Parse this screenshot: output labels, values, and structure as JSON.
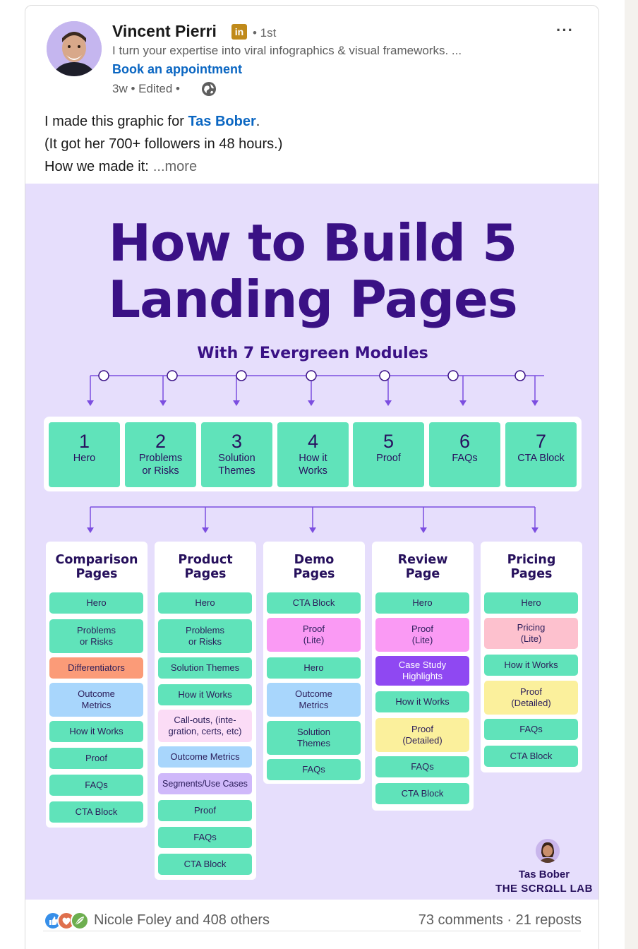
{
  "author": {
    "name": "Vincent Pierri",
    "badge": "in",
    "degree": "• 1st",
    "headline": "I turn your expertise into viral infographics & visual frameworks. ...",
    "cta_link": "Book an appointment",
    "timeline": "3w • Edited •",
    "icons": [
      "globe-icon",
      "more-options-icon",
      "linkedin-premium-icon"
    ]
  },
  "post": {
    "line1_prefix": "I made this graphic for",
    "mention": "Tas Bober",
    "line1_suffix": ".",
    "line2": "(It got her 700+ followers in 48 hours.)",
    "line3": "How we made it:",
    "see_more": "...more"
  },
  "infographic": {
    "title_line1": "How to Build 5",
    "title_line2": "Landing Pages",
    "subtitle": "With 7 Evergreen Modules",
    "modules": [
      {
        "num": "1",
        "label": "Hero"
      },
      {
        "num": "2",
        "label": "Problems or Risks"
      },
      {
        "num": "3",
        "label": "Solution Themes"
      },
      {
        "num": "4",
        "label": "How it Works"
      },
      {
        "num": "5",
        "label": "Proof"
      },
      {
        "num": "6",
        "label": "FAQs"
      },
      {
        "num": "7",
        "label": "CTA Block"
      }
    ],
    "pages": [
      {
        "title": "Comparison Pages",
        "blocks": [
          {
            "text": "Hero",
            "color": "green"
          },
          {
            "text": "Problems or Risks",
            "color": "green"
          },
          {
            "text": "Differentiators",
            "color": "orange"
          },
          {
            "text": "Outcome Metrics",
            "color": "blue"
          },
          {
            "text": "How it Works",
            "color": "green"
          },
          {
            "text": "Proof",
            "color": "green"
          },
          {
            "text": "FAQs",
            "color": "green"
          },
          {
            "text": "CTA Block",
            "color": "green"
          }
        ]
      },
      {
        "title": "Product Pages",
        "blocks": [
          {
            "text": "Hero",
            "color": "green"
          },
          {
            "text": "Problems or Risks",
            "color": "green"
          },
          {
            "text": "Solution Themes",
            "color": "green"
          },
          {
            "text": "How it Works",
            "color": "green"
          },
          {
            "text": "Call-outs, (inte- gration, certs, etc)",
            "color": "pink"
          },
          {
            "text": "Outcome Metrics",
            "color": "blue"
          },
          {
            "text": "Segments/Use Cases",
            "color": "lavender"
          },
          {
            "text": "Proof",
            "color": "green"
          },
          {
            "text": "FAQs",
            "color": "green"
          },
          {
            "text": "CTA Block",
            "color": "green"
          }
        ]
      },
      {
        "title": "Demo Pages",
        "blocks": [
          {
            "text": "CTA Block",
            "color": "green"
          },
          {
            "text": "Proof (Lite)",
            "color": "magenta"
          },
          {
            "text": "Hero",
            "color": "green"
          },
          {
            "text": "Outcome Metrics",
            "color": "blue"
          },
          {
            "text": "Solution Themes",
            "color": "green"
          },
          {
            "text": "FAQs",
            "color": "green"
          }
        ]
      },
      {
        "title": "Review Page",
        "blocks": [
          {
            "text": "Hero",
            "color": "green"
          },
          {
            "text": "Proof (Lite)",
            "color": "magenta"
          },
          {
            "text": "Case Study Highlights",
            "color": "purple"
          },
          {
            "text": "How it Works",
            "color": "green"
          },
          {
            "text": "Proof (Detailed)",
            "color": "yellow"
          },
          {
            "text": "FAQs",
            "color": "green"
          },
          {
            "text": "CTA Block",
            "color": "green"
          }
        ]
      },
      {
        "title": "Pricing Pages",
        "blocks": [
          {
            "text": "Hero",
            "color": "green"
          },
          {
            "text": "Pricing (Lite)",
            "color": "rose"
          },
          {
            "text": "How it Works",
            "color": "green"
          },
          {
            "text": "Proof (Detailed)",
            "color": "yellow"
          },
          {
            "text": "FAQs",
            "color": "green"
          },
          {
            "text": "CTA Block",
            "color": "green"
          }
        ]
      }
    ],
    "credit_name": "Tas Bober",
    "credit_lab": "THE SCRΩLL LAB"
  },
  "social": {
    "reactors": "Nicole Foley and 408 others",
    "comments": "73 comments",
    "reposts": "21 reposts",
    "separator": "·",
    "reaction_icons": [
      "like-icon",
      "love-icon",
      "insightful-icon"
    ]
  },
  "colors": {
    "link": "#0a66c2",
    "infographic_bg": "#e6defc",
    "title": "#3a1185",
    "green": "#60e3ba",
    "orange": "#fb9b78",
    "blue": "#a8d6fc",
    "pink": "#fbdcf6",
    "lavender": "#cfb8fa",
    "magenta": "#fa9af4",
    "purple": "#8f48f2",
    "yellow": "#fbf09c",
    "rose": "#fdc1ce"
  }
}
